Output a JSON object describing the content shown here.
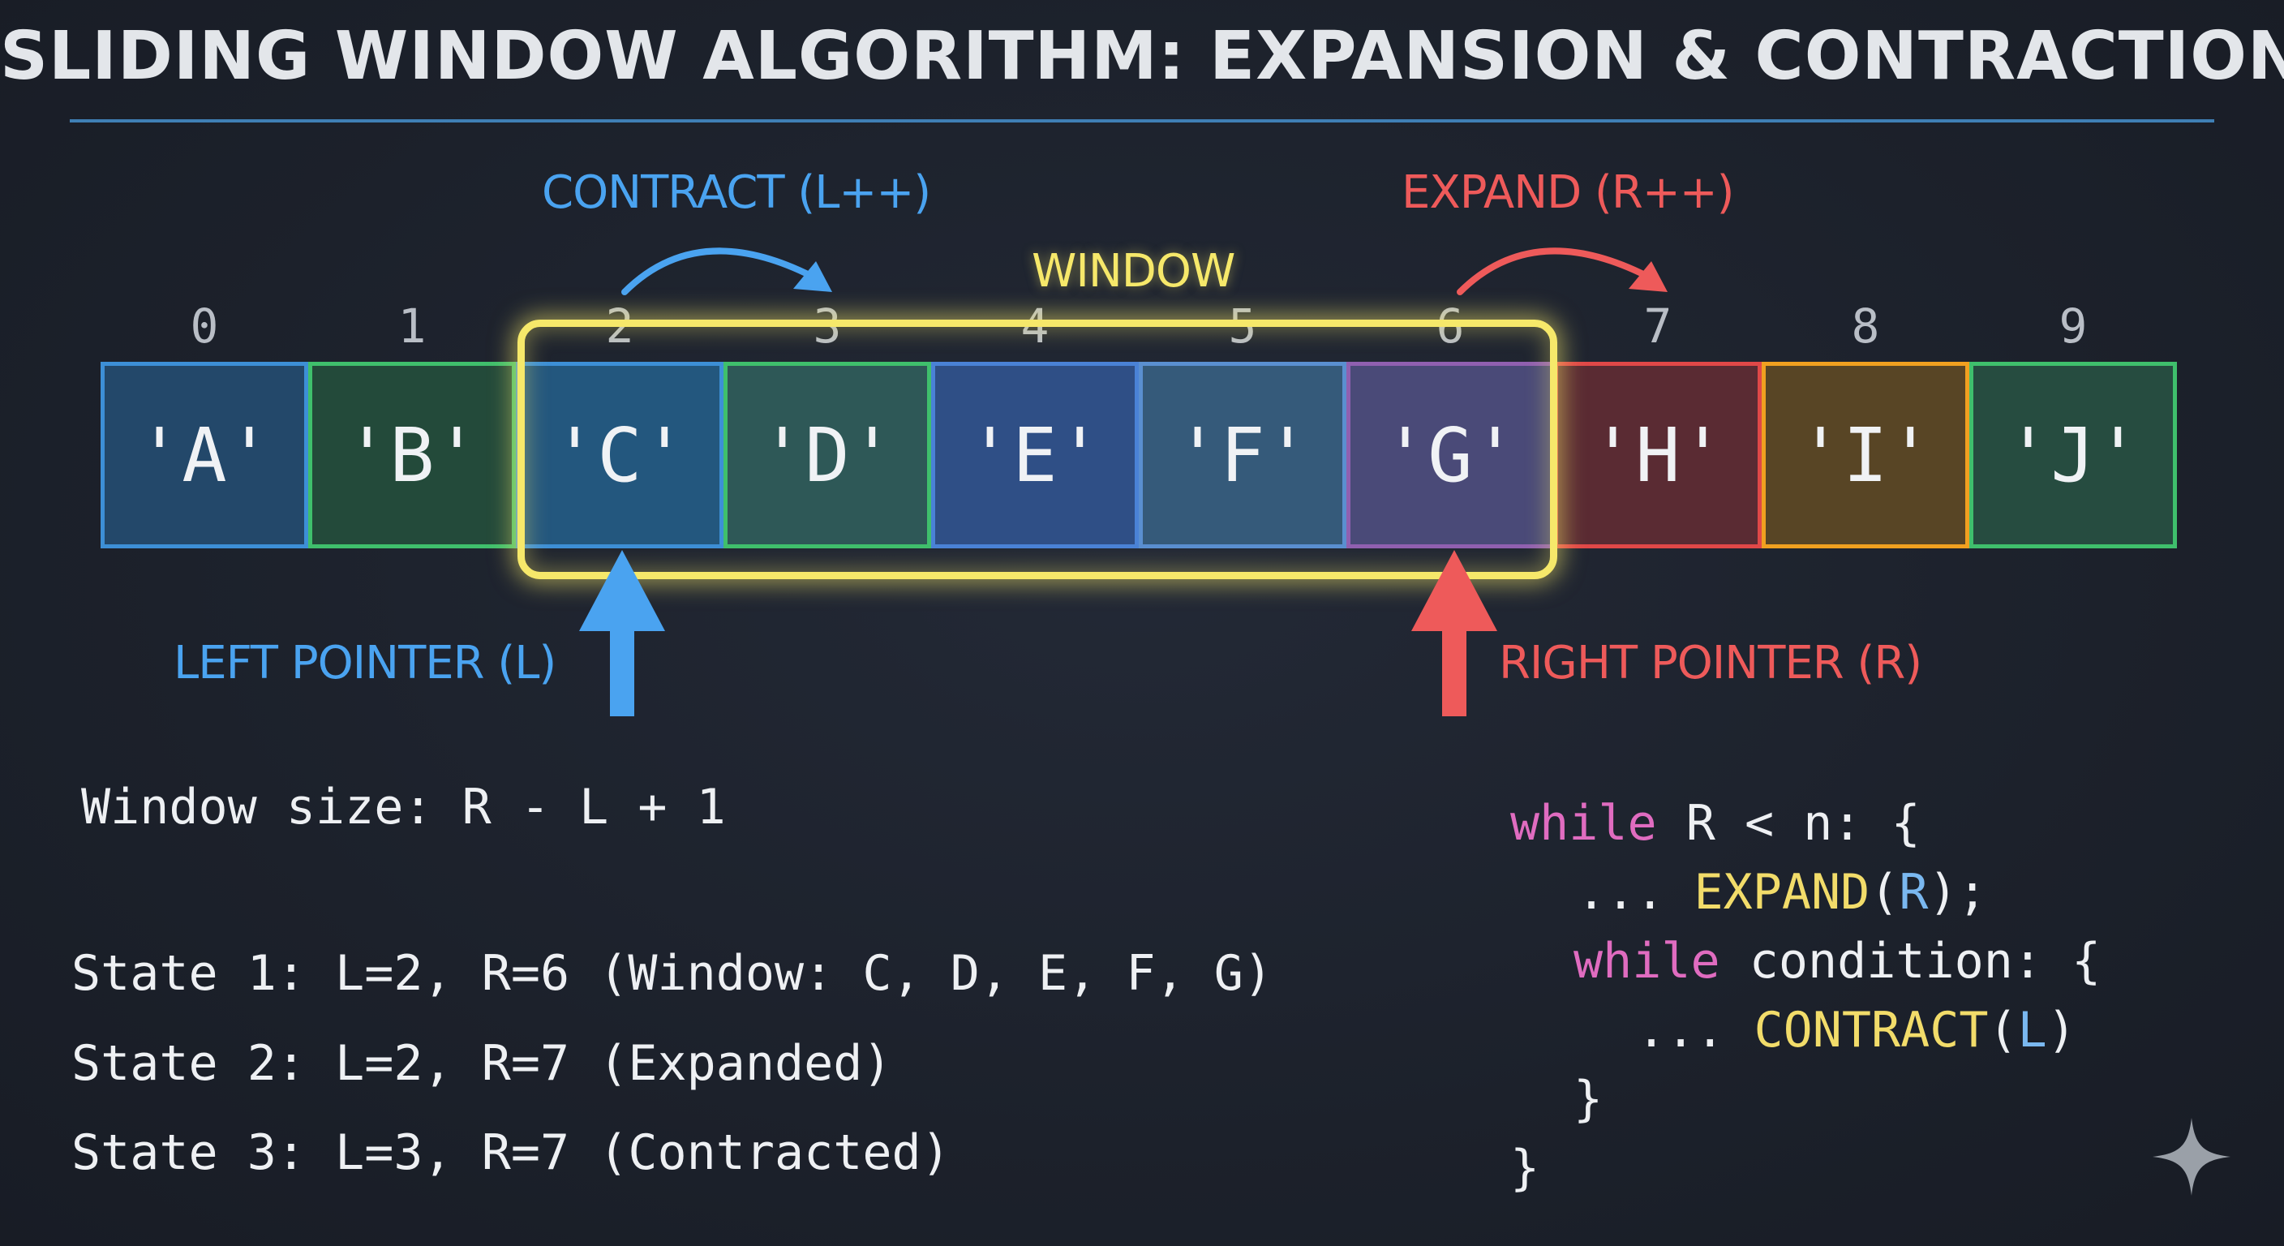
{
  "title": "SLIDING WINDOW ALGORITHM: EXPANSION & CONTRACTION",
  "labels": {
    "contract": "CONTRACT (L++)",
    "expand": "EXPAND (R++)",
    "window": "WINDOW",
    "left_pointer": "LEFT POINTER (L)",
    "right_pointer": "RIGHT POINTER (R)"
  },
  "array": {
    "indices": [
      "0",
      "1",
      "2",
      "3",
      "4",
      "5",
      "6",
      "7",
      "8",
      "9"
    ],
    "cells": [
      {
        "value": "'A'",
        "border": "#3d8fd6",
        "fill": "#23486a"
      },
      {
        "value": "'B'",
        "border": "#3fbf6c",
        "fill": "#234a3a"
      },
      {
        "value": "'C'",
        "border": "#3d8fd6",
        "fill": "#23577e"
      },
      {
        "value": "'D'",
        "border": "#3fbf6c",
        "fill": "#2e5857"
      },
      {
        "value": "'E'",
        "border": "#4a82d6",
        "fill": "#2f4f86"
      },
      {
        "value": "'F'",
        "border": "#5a8fd0",
        "fill": "#355a7a"
      },
      {
        "value": "'G'",
        "border": "#9060b0",
        "fill": "#4a4a78"
      },
      {
        "value": "'H'",
        "border": "#e04848",
        "fill": "#5a2b33"
      },
      {
        "value": "'I'",
        "border": "#f0a020",
        "fill": "#584525"
      },
      {
        "value": "'J'",
        "border": "#3fbf6c",
        "fill": "#264c40"
      }
    ]
  },
  "colors": {
    "contract": "#4aa3f0",
    "expand": "#ee5a5a",
    "window": "#f6e86a",
    "left_pointer": "#4aa3f0",
    "right_pointer": "#ee5a5a"
  },
  "formula": "Window size: R - L + 1",
  "states": [
    "State 1: L=2, R=6 (Window: C, D, E, F, G)",
    "State 2: L=2, R=7 (Expanded)",
    "State 3: L=3, R=7 (Contracted)"
  ],
  "code": {
    "line1_kw": "while",
    "line1_rest": " R < n: {",
    "line2_pre": "... ",
    "line2_fn": "EXPAND",
    "line2_paren_open": "(",
    "line2_var": "R",
    "line2_tail": ");",
    "line3_kw": "while",
    "line3_rest": " condition: {",
    "line4_pre": "... ",
    "line4_fn": "CONTRACT",
    "line4_paren_open": "(",
    "line4_var": "L",
    "line4_tail": ")",
    "line5": "}",
    "line6": "}"
  },
  "icons": {
    "corner": "sparkle-icon",
    "left_pointer_arrow": "arrow-up-icon",
    "right_pointer_arrow": "arrow-up-icon",
    "contract_arrow": "curved-arrow-right-icon",
    "expand_arrow": "curved-arrow-right-icon"
  }
}
